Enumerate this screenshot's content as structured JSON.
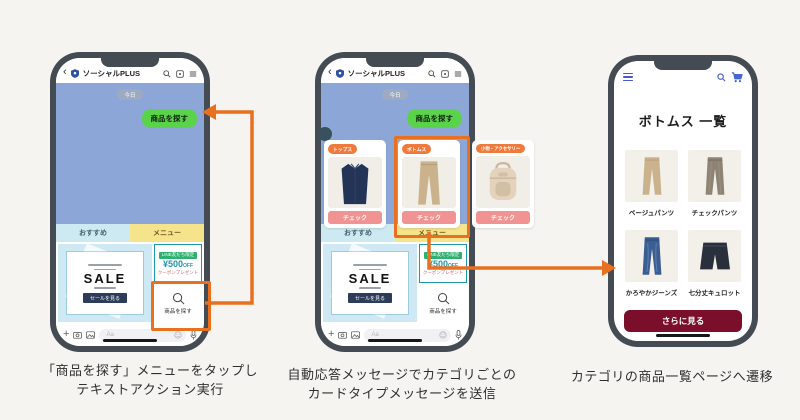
{
  "page": {
    "background": "#F5F4F1"
  },
  "colors": {
    "arrow_orange": "#E8701F",
    "line_green": "#5AD34B",
    "chat_background": "#8CA7D7",
    "tab_recommend_bg": "#CDEAF2",
    "tab_menu_bg": "#F6E48C",
    "coupon_teal": "#1E96AD",
    "badge_orange": "#EF7A3C",
    "check_button_coral": "#F19392",
    "shop_blue": "#4B59C8",
    "more_button_maroon": "#7A0E2B"
  },
  "chat": {
    "header": {
      "back": "‹",
      "account_name": "ソーシャルPLUS"
    },
    "date_badge": "今日",
    "user_bubble": "商品を探す",
    "tabs": {
      "recommend": "おすすめ",
      "menu": "メニュー"
    },
    "rich_menu": {
      "sale": {
        "title": "SALE",
        "button": "セールを見る"
      },
      "coupon": {
        "badge": "LINE友だち限定",
        "amount": "¥500",
        "unit": "OFF",
        "note": "クーポンプレゼント"
      },
      "search": {
        "label": "商品を探す"
      }
    },
    "composer": {
      "placeholder": "Aa",
      "plus": "+"
    }
  },
  "carousel": {
    "cards": [
      {
        "category": "トップス",
        "action": "チェック"
      },
      {
        "category": "ボトムス",
        "action": "チェック"
      },
      {
        "category": "小物・アクセサリー",
        "action": "チェック"
      }
    ]
  },
  "shop": {
    "title": "ボトムス 一覧",
    "products": [
      {
        "name": "ベージュパンツ"
      },
      {
        "name": "チェックパンツ"
      },
      {
        "name": "かろやかジーンズ"
      },
      {
        "name": "七分丈キュロット"
      }
    ],
    "more_button": "さらに見る"
  },
  "captions": {
    "step1": {
      "line1": "「商品を探す」メニューをタップし",
      "line2": "テキストアクション実行"
    },
    "step2": {
      "line1": "自動応答メッセージでカテゴリごとの",
      "line2": "カードタイプメッセージを送信"
    },
    "step3": {
      "line1": "カテゴリの商品一覧ページへ遷移"
    }
  }
}
